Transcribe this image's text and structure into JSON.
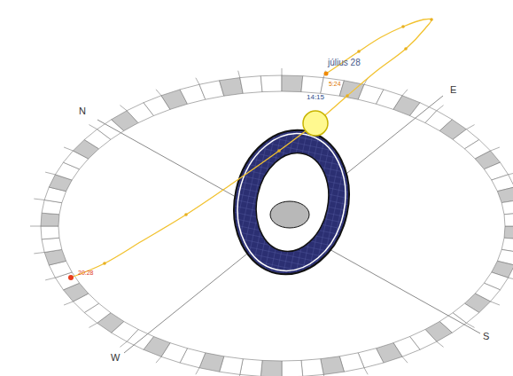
{
  "diagram": {
    "labels": [
      "N",
      "E",
      "S",
      "W",
      "július 28",
      "5:24",
      "14:15",
      "20:28"
    ]
  }
}
